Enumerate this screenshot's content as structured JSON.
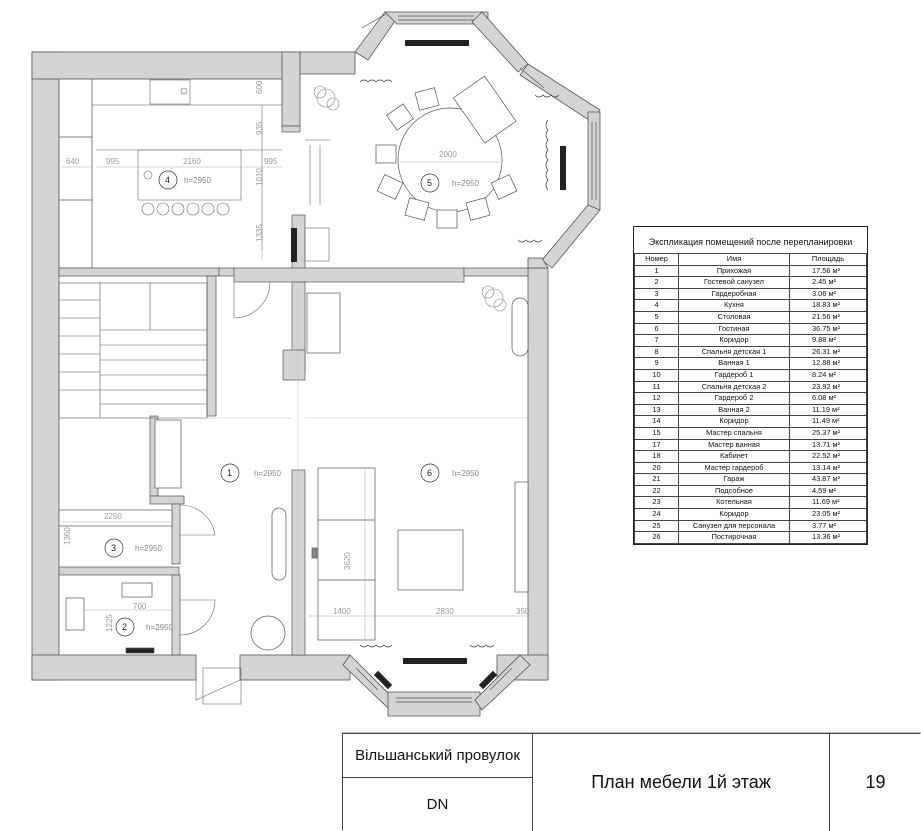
{
  "legend": {
    "title": "Экспликация помещений после перепланировки",
    "columns": [
      "Номер",
      "Имя",
      "Площадь"
    ],
    "rows": [
      [
        "1",
        "Прихожая",
        "17.56 м²"
      ],
      [
        "2",
        "Гостевой санузел",
        "2.45 м²"
      ],
      [
        "3",
        "Гардеробная",
        "3.06 м²"
      ],
      [
        "4",
        "Кухня",
        "18.83 м²"
      ],
      [
        "5",
        "Столовая",
        "21.56 м²"
      ],
      [
        "6",
        "Гостиная",
        "36.75 м²"
      ],
      [
        "7",
        "Коридор",
        "9.88 м²"
      ],
      [
        "8",
        "Спальня детская 1",
        "26.31 м²"
      ],
      [
        "9",
        "Ванная 1",
        "12.88 м²"
      ],
      [
        "10",
        "Гардероб 1",
        "8.24 м²"
      ],
      [
        "11",
        "Спальня детская 2",
        "23.92 м²"
      ],
      [
        "12",
        "Гардероб 2",
        "6.08 м²"
      ],
      [
        "13",
        "Ванная 2",
        "11.19 м²"
      ],
      [
        "14",
        "Коридор",
        "11.49 м²"
      ],
      [
        "15",
        "Мастер спальня",
        "25.37 м²"
      ],
      [
        "17",
        "Мастер ванная",
        "13.71 м²"
      ],
      [
        "18",
        "Кабинет",
        "22.52 м²"
      ],
      [
        "20",
        "Мастер гардероб",
        "13.14 м²"
      ],
      [
        "21",
        "Гараж",
        "43.87 м²"
      ],
      [
        "22",
        "Подсобное",
        "4.59 м²"
      ],
      [
        "23",
        "Котельная",
        "11.69 м²"
      ],
      [
        "24",
        "Коридор",
        "23.05 м²"
      ],
      [
        "25",
        "Санузел для персонала",
        "3.77 м²"
      ],
      [
        "26",
        "Постирочная",
        "13.36 м²"
      ]
    ]
  },
  "stamp": {
    "street": "Вільшанський провулок",
    "code": "DN",
    "title": "План мебели 1й этаж",
    "page": "19"
  },
  "plan": {
    "rooms": {
      "r1": {
        "num": "1",
        "height": "h=2950"
      },
      "r2": {
        "num": "2",
        "height": "h=2950"
      },
      "r3": {
        "num": "3",
        "height": "h=2950"
      },
      "r4": {
        "num": "4",
        "height": "h=2950"
      },
      "r5": {
        "num": "5",
        "height": "h=2950"
      },
      "r6": {
        "num": "6",
        "height": "h=2950"
      }
    },
    "dims": {
      "k600": "600",
      "k935": "935",
      "k640": "640",
      "k995a": "995",
      "k2160": "2160",
      "k995b": "995",
      "k1010": "1010",
      "k1335": "1335",
      "k2000": "2000",
      "k2250": "2250",
      "k1360": "1360",
      "k700": "700",
      "k1225": "1225",
      "k3620": "3620",
      "k1400": "1400",
      "k2830": "2830",
      "k350": "350"
    }
  }
}
